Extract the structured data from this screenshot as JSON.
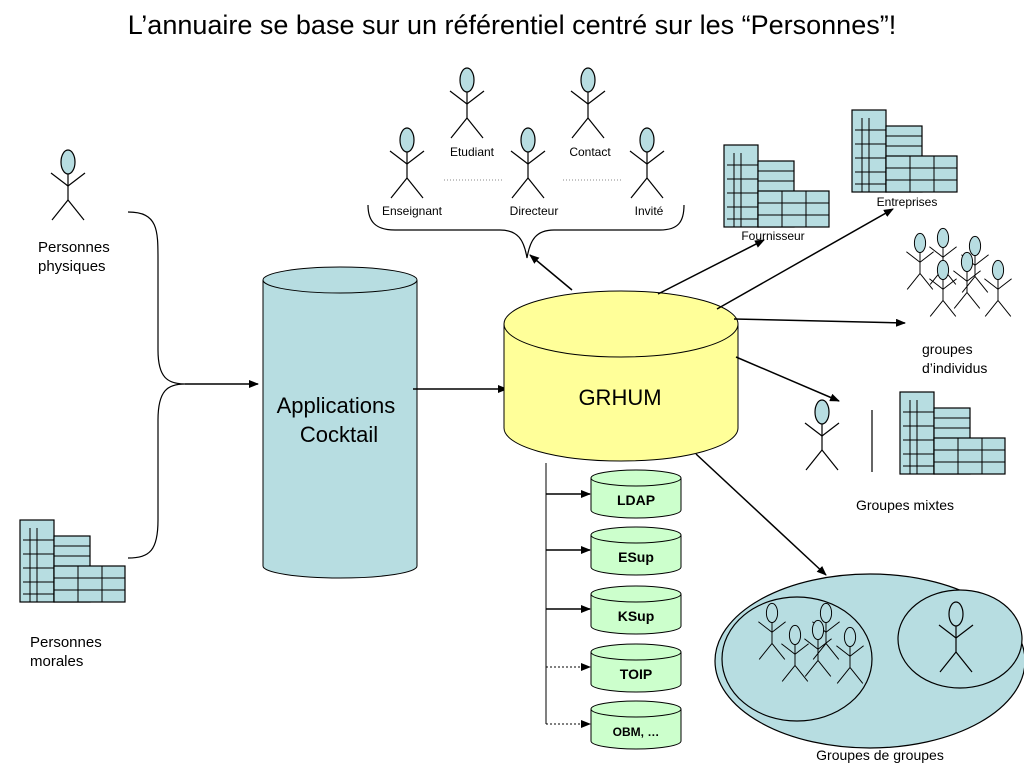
{
  "title": "L’annuaire se base sur un référentiel centré sur les “Personnes”!",
  "persons": {
    "physical_label": [
      "Personnes",
      "physiques"
    ],
    "moral_label": [
      "Personnes",
      "morales"
    ]
  },
  "roles": {
    "etudiant": "Etudiant",
    "contact": "Contact",
    "enseignant": "Enseignant",
    "directeur": "Directeur",
    "invite": "Invité"
  },
  "applications": [
    "Applications",
    "Cocktail"
  ],
  "grhum": "GRHUM",
  "targets": [
    "LDAP",
    "ESup",
    "KSup",
    "TOIP",
    "OBM, …"
  ],
  "orgs": {
    "fournisseur": "Fournisseur",
    "entreprises": "Entreprises"
  },
  "groups": {
    "individus": [
      "groupes",
      "d’individus"
    ],
    "mixtes": "Groupes mixtes",
    "de_groupes": "Groupes de groupes"
  },
  "colors": {
    "cylinder_blue": "#b7dde1",
    "cylinder_yellow": "#ffff99",
    "cylinder_green": "#ccffcc",
    "icon_fill": "#b7dde1",
    "ellipse_fill": "#b7dde1"
  }
}
